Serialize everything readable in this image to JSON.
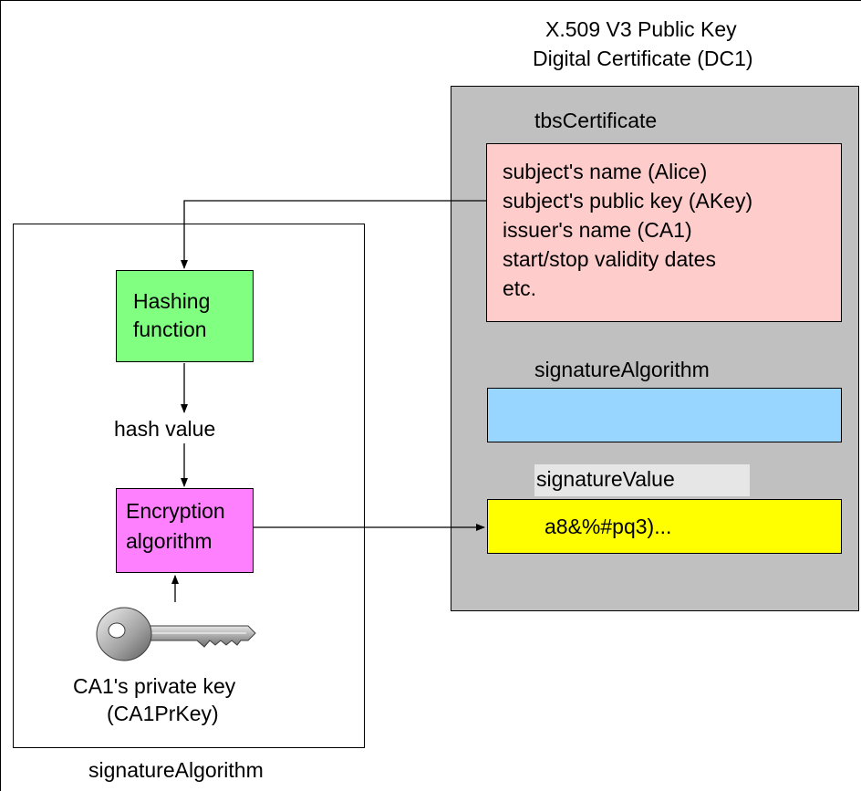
{
  "certificate": {
    "title_line1": "X.509 V3 Public Key",
    "title_line2": "Digital Certificate (DC1)",
    "tbs": {
      "label": "tbsCertificate",
      "lines": [
        "subject's name (Alice)",
        "subject's public key (AKey)",
        "issuer's name (CA1)",
        "start/stop validity dates",
        "etc."
      ]
    },
    "signature_algorithm_label": "signatureAlgorithm",
    "signature_value_label": "signatureValue",
    "signature_value": "a8&%#pq3)..."
  },
  "process": {
    "hashing_line1": "Hashing",
    "hashing_line2": "function",
    "hash_value_label": "hash value",
    "encryption_line1": "Encryption",
    "encryption_line2": "algorithm",
    "private_key_line1": "CA1's private key",
    "private_key_line2": "(CA1PrKey)",
    "footer_label": "signatureAlgorithm"
  },
  "icons": {
    "key": "key-icon"
  },
  "colors": {
    "tbs_fill": "#ffcccc",
    "signature_algorithm_fill": "#99d6ff",
    "signature_value_fill": "#ffff00",
    "hashing_fill": "#80ff80",
    "encryption_fill": "#ff80ff",
    "certificate_panel_fill": "#c0c0c0"
  }
}
